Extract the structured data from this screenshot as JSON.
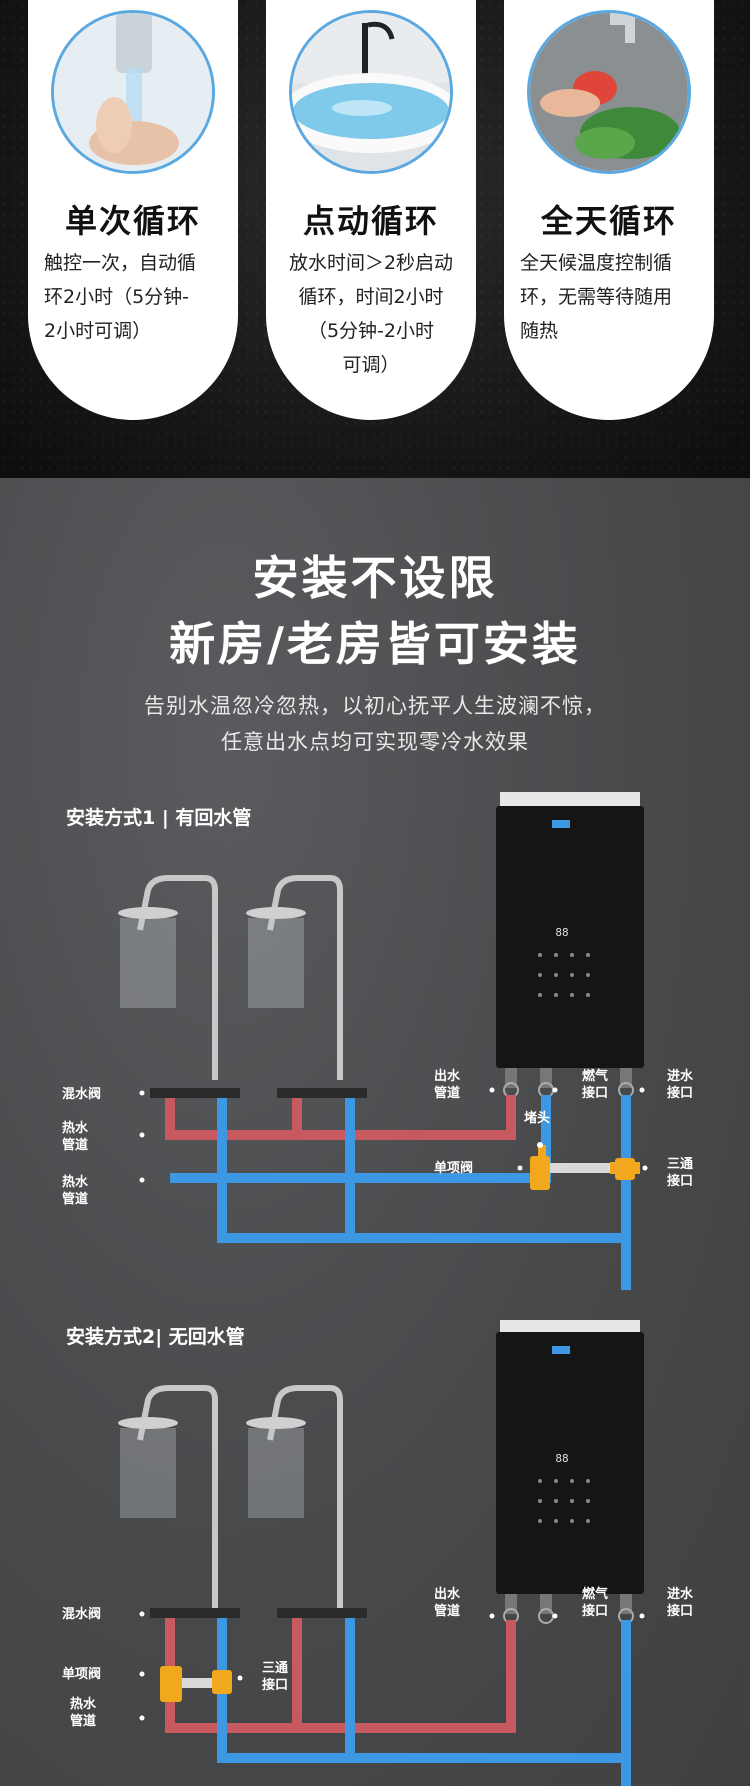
{
  "cards": [
    {
      "title": "单次循环",
      "desc_lines": [
        "触控一次，自动循",
        "环2小时（5分钟-",
        "2小时可调）"
      ],
      "photo": "hand-under-faucet-photo"
    },
    {
      "title": "点动循环",
      "desc_lines": [
        "放水时间＞2秒启动",
        "循环，时间2小时",
        "（5分钟-2小时",
        "可调）"
      ],
      "photo": "bathtub-photo"
    },
    {
      "title": "全天循环",
      "desc_lines": [
        "全天候温度控制循",
        "环，无需等待随用",
        "随热"
      ],
      "photo": "washing-vegetables-photo"
    }
  ],
  "headline": {
    "line1": "安装不设限",
    "line2": "新房/老房皆可安装"
  },
  "subtitle": {
    "line1": "告别水温忽冷忽热，以初心抚平人生波澜不惊，",
    "line2": "任意出水点均可实现零冷水效果"
  },
  "method1": {
    "title": "安装方式1 | 有回水管",
    "labels": {
      "mix_valve": "混水阀",
      "hot_pipe": [
        "热水",
        "管道"
      ],
      "hot_pipe2": [
        "热水",
        "管道"
      ],
      "outlet": [
        "出水",
        "管道"
      ],
      "gas": [
        "燃气",
        "接口"
      ],
      "inlet": [
        "进水",
        "接口"
      ],
      "plug": "堵头",
      "check_valve": "单项阀",
      "tee": [
        "三通",
        "接口"
      ]
    }
  },
  "method2": {
    "title": "安装方式2| 无回水管",
    "labels": {
      "mix_valve": "混水阀",
      "check_valve": "单项阀",
      "tee": [
        "三通",
        "接口"
      ],
      "hot_pipe": [
        "热水",
        "管道"
      ],
      "outlet": [
        "出水",
        "管道"
      ],
      "gas": [
        "燃气",
        "接口"
      ],
      "inlet": [
        "进水",
        "接口"
      ]
    }
  },
  "colors": {
    "hot": "#c65a5f",
    "cold": "#3d97e3",
    "valve": "#f2a81d",
    "pipe_gray": "#d9d9d9"
  }
}
